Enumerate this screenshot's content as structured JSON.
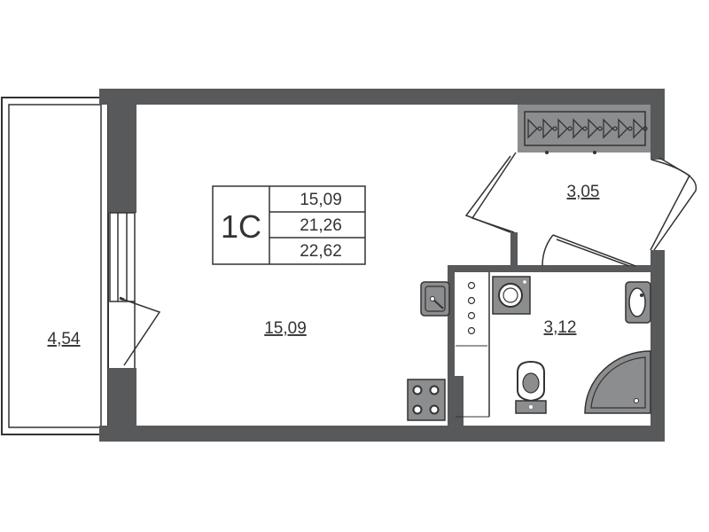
{
  "apartment": {
    "type_code": "1C",
    "areas": {
      "living": "15,09",
      "total": "21,26",
      "with_balcony": "22,62"
    }
  },
  "rooms": {
    "living_room": "15,09",
    "balcony": "4,54",
    "hallway": "3,05",
    "bathroom": "3,12"
  },
  "colors": {
    "wall": "#58595b",
    "fixture_fill": "#8c8d8f",
    "line": "#333333",
    "background": "#ffffff"
  },
  "icons": {
    "wardrobe": "hanger-icon",
    "sink": "kitchen-sink-icon",
    "stove": "stove-icon",
    "washer": "washing-machine-icon",
    "wc": "toilet-icon",
    "shower": "shower-tray-icon",
    "basin": "wash-basin-icon"
  }
}
